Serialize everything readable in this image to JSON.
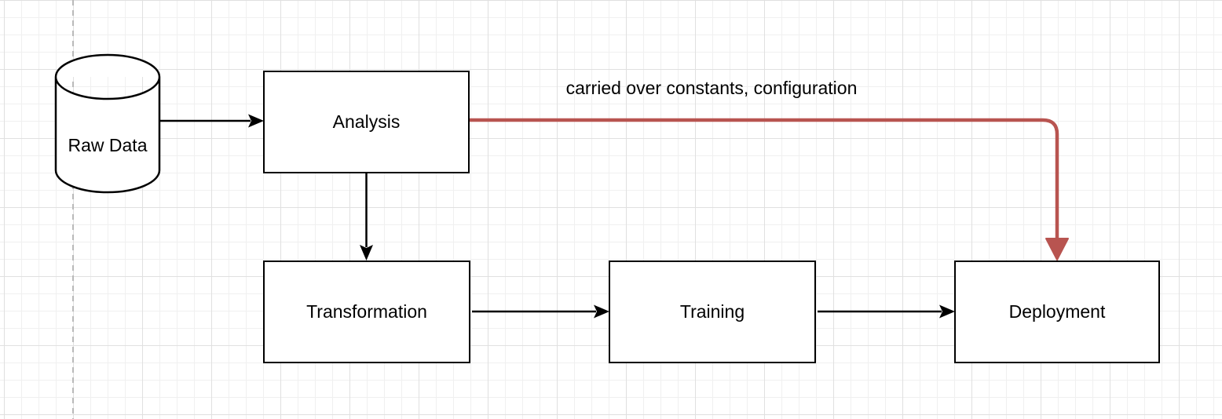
{
  "diagram": {
    "title": "data-pipeline-flowchart",
    "nodes": [
      {
        "id": "raw-data",
        "label": "Raw Data",
        "shape": "cylinder"
      },
      {
        "id": "analysis",
        "label": "Analysis",
        "shape": "rectangle"
      },
      {
        "id": "transformation",
        "label": "Transformation",
        "shape": "rectangle"
      },
      {
        "id": "training",
        "label": "Training",
        "shape": "rectangle"
      },
      {
        "id": "deployment",
        "label": "Deployment",
        "shape": "rectangle"
      }
    ],
    "edges": [
      {
        "from": "raw-data",
        "to": "analysis",
        "label": "",
        "color": "#000000",
        "style": "solid-arrow"
      },
      {
        "from": "analysis",
        "to": "transformation",
        "label": "",
        "color": "#000000",
        "style": "solid-arrow"
      },
      {
        "from": "transformation",
        "to": "training",
        "label": "",
        "color": "#000000",
        "style": "solid-arrow"
      },
      {
        "from": "training",
        "to": "deployment",
        "label": "",
        "color": "#000000",
        "style": "solid-arrow"
      },
      {
        "from": "analysis",
        "to": "deployment",
        "label": "carried over constants, configuration",
        "color": "#b85450",
        "style": "thick-rounded-arrow"
      }
    ],
    "colors": {
      "node_fill": "#ffffff",
      "node_stroke": "#000000",
      "edge_default": "#000000",
      "edge_highlight": "#b85450",
      "grid_minor": "#f0f0f0",
      "grid_major": "#e0e0e0",
      "page_divider": "#b9b9b9"
    }
  }
}
